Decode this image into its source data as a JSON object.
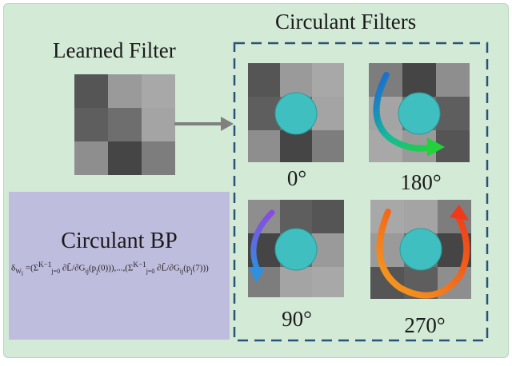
{
  "circulant_filters": {
    "title": "Circulant Filters",
    "labels": {
      "r0": "0°",
      "r180": "180°",
      "r90": "90°",
      "r270": "270°"
    }
  },
  "learned_filter": {
    "title": "Learned Filter"
  },
  "circulant_bp": {
    "title": "Circulant BP",
    "formula": {
      "lhs": "δ",
      "lhs_sub": "W",
      "lhs_sub2": "i",
      "eq": "=",
      "sum_upper": "K−1",
      "sum_lower": "j=0",
      "numerator": "∂L̂",
      "den_first": "∂G",
      "den_sub": "ij",
      "den_first_arg": "(p",
      "den_first_arg_sub": "j",
      "den_first_arg_end": "(0))",
      "den_last_arg_end": "(7))",
      "separator": "),...,("
    }
  },
  "colors": {
    "background": "#d3ead6",
    "bp_box": "#bfbddd",
    "dashed_border": "#2a5277",
    "circle_fill": "#3fbfc0",
    "arrow_grey": "#808080"
  }
}
